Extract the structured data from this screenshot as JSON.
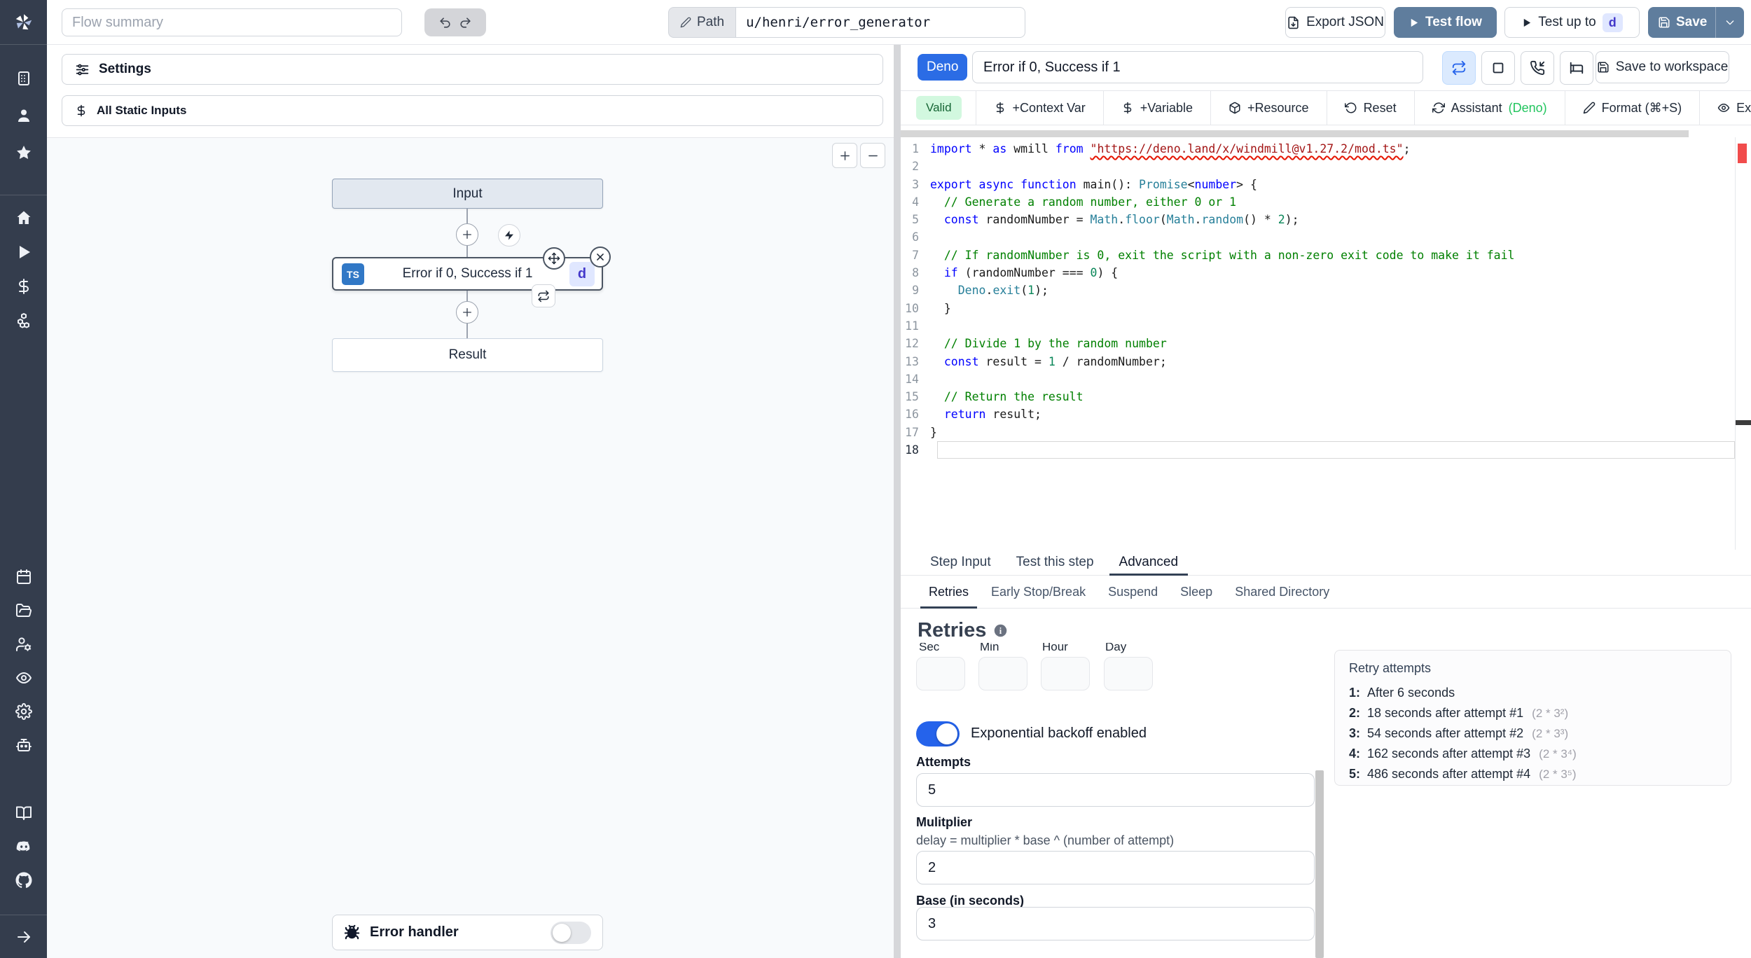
{
  "topbar": {
    "flow_summary_placeholder": "Flow summary",
    "path_label": "Path",
    "path_value": "u/henri/error_generator",
    "export_json": "Export JSON",
    "test_flow": "Test flow",
    "test_up_to": "Test up to",
    "test_up_to_badge": "d",
    "save": "Save"
  },
  "left_panel": {
    "settings": "Settings",
    "all_static_inputs": "All Static Inputs",
    "graph": {
      "input_node": "Input",
      "step_node": {
        "lang_badge": "TS",
        "title": "Error if 0, Success if 1",
        "id_badge": "d"
      },
      "result_node": "Result",
      "error_handler": "Error handler"
    }
  },
  "editor": {
    "lang_badge": "Deno",
    "title": "Error if 0, Success if 1",
    "save_to_workspace": "Save to workspace",
    "toolbar": {
      "valid": "Valid",
      "buttons": [
        {
          "icon": "dollar-icon",
          "label": "+Context Var"
        },
        {
          "icon": "dollar-icon",
          "label": "+Variable"
        },
        {
          "icon": "box-icon",
          "label": "+Resource"
        },
        {
          "icon": "rotate-ccw-icon",
          "label": "Reset"
        },
        {
          "icon": "refresh-icon",
          "label": "Assistant",
          "suffix": "(Deno)"
        },
        {
          "icon": "pen-icon",
          "label": "Format (⌘+S)"
        },
        {
          "icon": "eye-icon",
          "label": "Explore other s"
        }
      ]
    },
    "code": {
      "lines": [
        {
          "n": "1",
          "tokens": [
            [
              "kw",
              "import"
            ],
            [
              "pl",
              " * "
            ],
            [
              "kw",
              "as"
            ],
            [
              "pl",
              " wmill "
            ],
            [
              "kw",
              "from"
            ],
            [
              "pl",
              " "
            ],
            [
              "str sq",
              "\"https://deno.land/x/windmill@v1.27.2/mod.ts\""
            ],
            [
              "pl",
              ";"
            ]
          ]
        },
        {
          "n": "2",
          "tokens": []
        },
        {
          "n": "3",
          "tokens": [
            [
              "kw",
              "export"
            ],
            [
              "pl",
              " "
            ],
            [
              "kw",
              "async"
            ],
            [
              "pl",
              " "
            ],
            [
              "kw",
              "function"
            ],
            [
              "pl",
              " main(): "
            ],
            [
              "type",
              "Promise"
            ],
            [
              "pl",
              "<"
            ],
            [
              "kw",
              "number"
            ],
            [
              "pl",
              "> {"
            ]
          ]
        },
        {
          "n": "4",
          "tokens": [
            [
              "com",
              "  // Generate a random number, either 0 or 1"
            ]
          ]
        },
        {
          "n": "5",
          "tokens": [
            [
              "pl",
              "  "
            ],
            [
              "kw",
              "const"
            ],
            [
              "pl",
              " randomNumber = "
            ],
            [
              "type",
              "Math"
            ],
            [
              "pl",
              "."
            ],
            [
              "fn",
              "floor"
            ],
            [
              "pl",
              "("
            ],
            [
              "type",
              "Math"
            ],
            [
              "pl",
              "."
            ],
            [
              "fn",
              "random"
            ],
            [
              "pl",
              "() * "
            ],
            [
              "num",
              "2"
            ],
            [
              "pl",
              ");"
            ]
          ]
        },
        {
          "n": "6",
          "tokens": []
        },
        {
          "n": "7",
          "tokens": [
            [
              "com",
              "  // If randomNumber is 0, exit the script with a non-zero exit code to make it fail"
            ]
          ]
        },
        {
          "n": "8",
          "tokens": [
            [
              "pl",
              "  "
            ],
            [
              "kw",
              "if"
            ],
            [
              "pl",
              " (randomNumber === "
            ],
            [
              "num",
              "0"
            ],
            [
              "pl",
              ") {"
            ]
          ]
        },
        {
          "n": "9",
          "tokens": [
            [
              "pl",
              "    "
            ],
            [
              "type",
              "Deno"
            ],
            [
              "pl",
              "."
            ],
            [
              "fn",
              "exit"
            ],
            [
              "pl",
              "("
            ],
            [
              "num",
              "1"
            ],
            [
              "pl",
              ");"
            ]
          ]
        },
        {
          "n": "10",
          "tokens": [
            [
              "pl",
              "  }"
            ]
          ]
        },
        {
          "n": "11",
          "tokens": []
        },
        {
          "n": "12",
          "tokens": [
            [
              "com",
              "  // Divide 1 by the random number"
            ]
          ]
        },
        {
          "n": "13",
          "tokens": [
            [
              "pl",
              "  "
            ],
            [
              "kw",
              "const"
            ],
            [
              "pl",
              " result = "
            ],
            [
              "num",
              "1"
            ],
            [
              "pl",
              " / randomNumber;"
            ]
          ]
        },
        {
          "n": "14",
          "tokens": []
        },
        {
          "n": "15",
          "tokens": [
            [
              "com",
              "  // Return the result"
            ]
          ]
        },
        {
          "n": "16",
          "tokens": [
            [
              "pl",
              "  "
            ],
            [
              "kw",
              "return"
            ],
            [
              "pl",
              " result;"
            ]
          ]
        },
        {
          "n": "17",
          "tokens": [
            [
              "pl",
              "}"
            ]
          ]
        },
        {
          "n": "18",
          "tokens": [],
          "current": true
        }
      ]
    }
  },
  "step_panel": {
    "tabs": [
      {
        "label": "Step Input"
      },
      {
        "label": "Test this step"
      },
      {
        "label": "Advanced",
        "active": true
      }
    ],
    "advanced_tabs": [
      {
        "label": "Retries",
        "active": true
      },
      {
        "label": "Early Stop/Break"
      },
      {
        "label": "Suspend"
      },
      {
        "label": "Sleep"
      },
      {
        "label": "Shared Directory"
      }
    ],
    "retries": {
      "heading": "Retries",
      "time_fields": [
        "Sec",
        "Min",
        "Hour",
        "Day"
      ],
      "backoff_toggle_label": "Exponential backoff enabled",
      "attempts_label": "Attempts",
      "attempts_value": "5",
      "multiplier_label": "Mulitplier",
      "multiplier_help": "delay = multiplier * base ^ (number of attempt)",
      "multiplier_value": "2",
      "base_label": "Base (in seconds)",
      "base_value": "3"
    },
    "retry_preview": {
      "title": "Retry attempts",
      "items": [
        {
          "n": "1:",
          "text": "After 6 seconds",
          "formula": ""
        },
        {
          "n": "2:",
          "text": "18 seconds after attempt #1",
          "formula": "(2 * 3²)"
        },
        {
          "n": "3:",
          "text": "54 seconds after attempt #2",
          "formula": "(2 * 3³)"
        },
        {
          "n": "4:",
          "text": "162 seconds after attempt #3",
          "formula": "(2 * 3⁴)"
        },
        {
          "n": "5:",
          "text": "486 seconds after attempt #4",
          "formula": "(2 * 3⁵)"
        }
      ]
    }
  },
  "colors": {
    "accent_blue": "#2b6ce5",
    "steel_button": "#5f7d9d",
    "valid_green_bg": "#d2f8df",
    "valid_green_text": "#166534",
    "deno_suffix_green": "#22c55e",
    "toggle_on_blue": "#2563eb",
    "sidebar_dark": "#343d4d",
    "canvas_bg": "#f8fafc"
  },
  "icon_map": {
    "windmill-logo-icon": "logo",
    "building-icon": "building",
    "user-icon": "user",
    "star-icon": "star",
    "home-icon": "home",
    "runs-icon": "play",
    "variables-icon": "dollar",
    "resources-icon": "boxes",
    "schedules-icon": "calendar",
    "folders-icon": "folder",
    "groups-icon": "users",
    "audit-logs-icon": "eye",
    "settings-gear-icon": "gear",
    "workers-icon": "bot",
    "docs-icon": "book",
    "discord-icon": "discord",
    "github-icon": "github",
    "collapse-arrow-icon": "arrowright",
    "undo-icon": "undo",
    "redo-icon": "redo",
    "pencil-icon": "pencil",
    "export-icon": "filedown",
    "play-icon": "play",
    "save-icon": "save",
    "chevron-down-icon": "chevdown",
    "retries-icon": "repeat",
    "stop-square-icon": "square",
    "suspend-phone-icon": "phone",
    "sleep-bed-icon": "bed",
    "save-workspace-icon": "save",
    "sliders-icon": "sliders",
    "dollar-icon": "dollar",
    "box-icon": "box",
    "rotate-ccw-icon": "rotccw",
    "refresh-icon": "refresh",
    "pen-icon": "pencil",
    "eye-icon": "eye",
    "zoom-in-icon": "plus",
    "zoom-out-icon": "minus",
    "plus-icon": "plus",
    "zap-icon": "zap",
    "move-icon": "move",
    "close-icon": "x",
    "repeat-icon": "repeat",
    "bug-icon": "bug",
    "info-icon": "info"
  }
}
